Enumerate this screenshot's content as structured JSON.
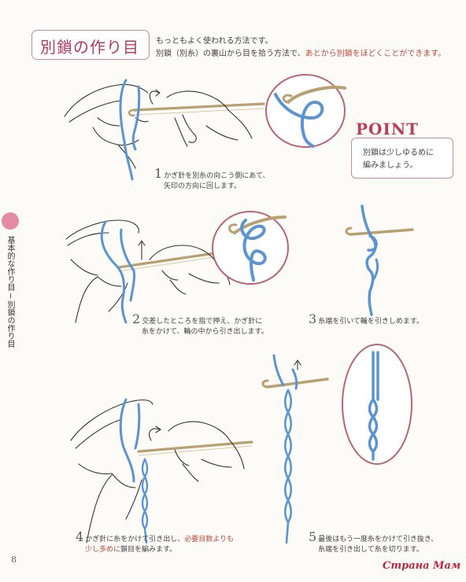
{
  "header": {
    "title": "別鎖の作り目",
    "intro_line1": "もっともよく使われる方法です。",
    "intro_line2_a": "別鎖（別糸）の裏山から目を拾う方法で、",
    "intro_line2_b": "あとから別鎖をほどくことができます。"
  },
  "point": {
    "label": "POINT",
    "line1": "別鎖は少しゆるめに",
    "line2": "編みましょう。"
  },
  "sidebar": {
    "text": "基本的な作り目 ─ 別鎖の作り目"
  },
  "steps": [
    {
      "num": "1",
      "line1": "かぎ針を別糸の向こう側にあて、",
      "line2": "矢印の方向に回します。"
    },
    {
      "num": "2",
      "line1": "交差したところを指で押え、かぎ針に",
      "line2": "糸をかけて、輪の中から引き出します。"
    },
    {
      "num": "3",
      "line1": "糸端を引いて輪を引きしめます。"
    },
    {
      "num": "4",
      "line1_a": "かぎ針に糸をかけて引き出し、",
      "line1_b": "必要目数よりも",
      "line2_a": "少し多めに",
      "line2_b": "鎖目を編みます。"
    },
    {
      "num": "5",
      "line1": "最後はもう一度糸をかけて引き抜き、",
      "line2": "糸端を引き出して糸を切ります。"
    }
  ],
  "page_number": "8",
  "watermark": "Страна Мам",
  "colors": {
    "accent": "#b63a5c",
    "yarn": "#5b94cf",
    "highlight": "#c2463f",
    "circle": "#e58ba8"
  }
}
